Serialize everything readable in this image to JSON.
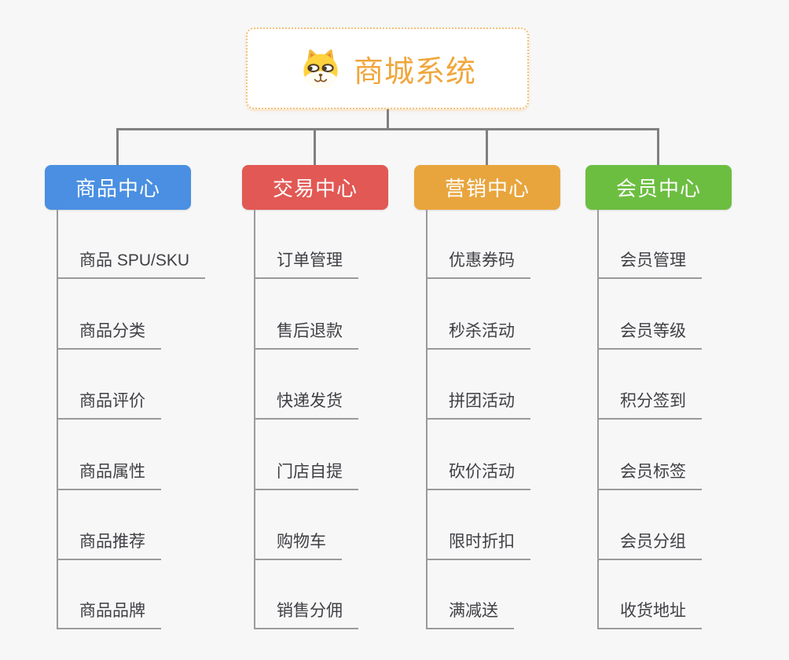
{
  "root": {
    "title": "商城系统",
    "icon": "doge-icon",
    "border_color": "#f2c078",
    "text_color": "#f0a63c"
  },
  "connector_color": "#808080",
  "background_color": "#f7f7f7",
  "branches": [
    {
      "label": "商品中心",
      "color": "#4a8fe2",
      "items": [
        "商品 SPU/SKU",
        "商品分类",
        "商品评价",
        "商品属性",
        "商品推荐",
        "商品品牌"
      ]
    },
    {
      "label": "交易中心",
      "color": "#e25854",
      "items": [
        "订单管理",
        "售后退款",
        "快递发货",
        "门店自提",
        "购物车",
        "销售分佣"
      ]
    },
    {
      "label": "营销中心",
      "color": "#e9a53d",
      "items": [
        "优惠券码",
        "秒杀活动",
        "拼团活动",
        "砍价活动",
        "限时折扣",
        "满减送"
      ]
    },
    {
      "label": "会员中心",
      "color": "#6cbe41",
      "items": [
        "会员管理",
        "会员等级",
        "积分签到",
        "会员标签",
        "会员分组",
        "收货地址"
      ]
    }
  ]
}
